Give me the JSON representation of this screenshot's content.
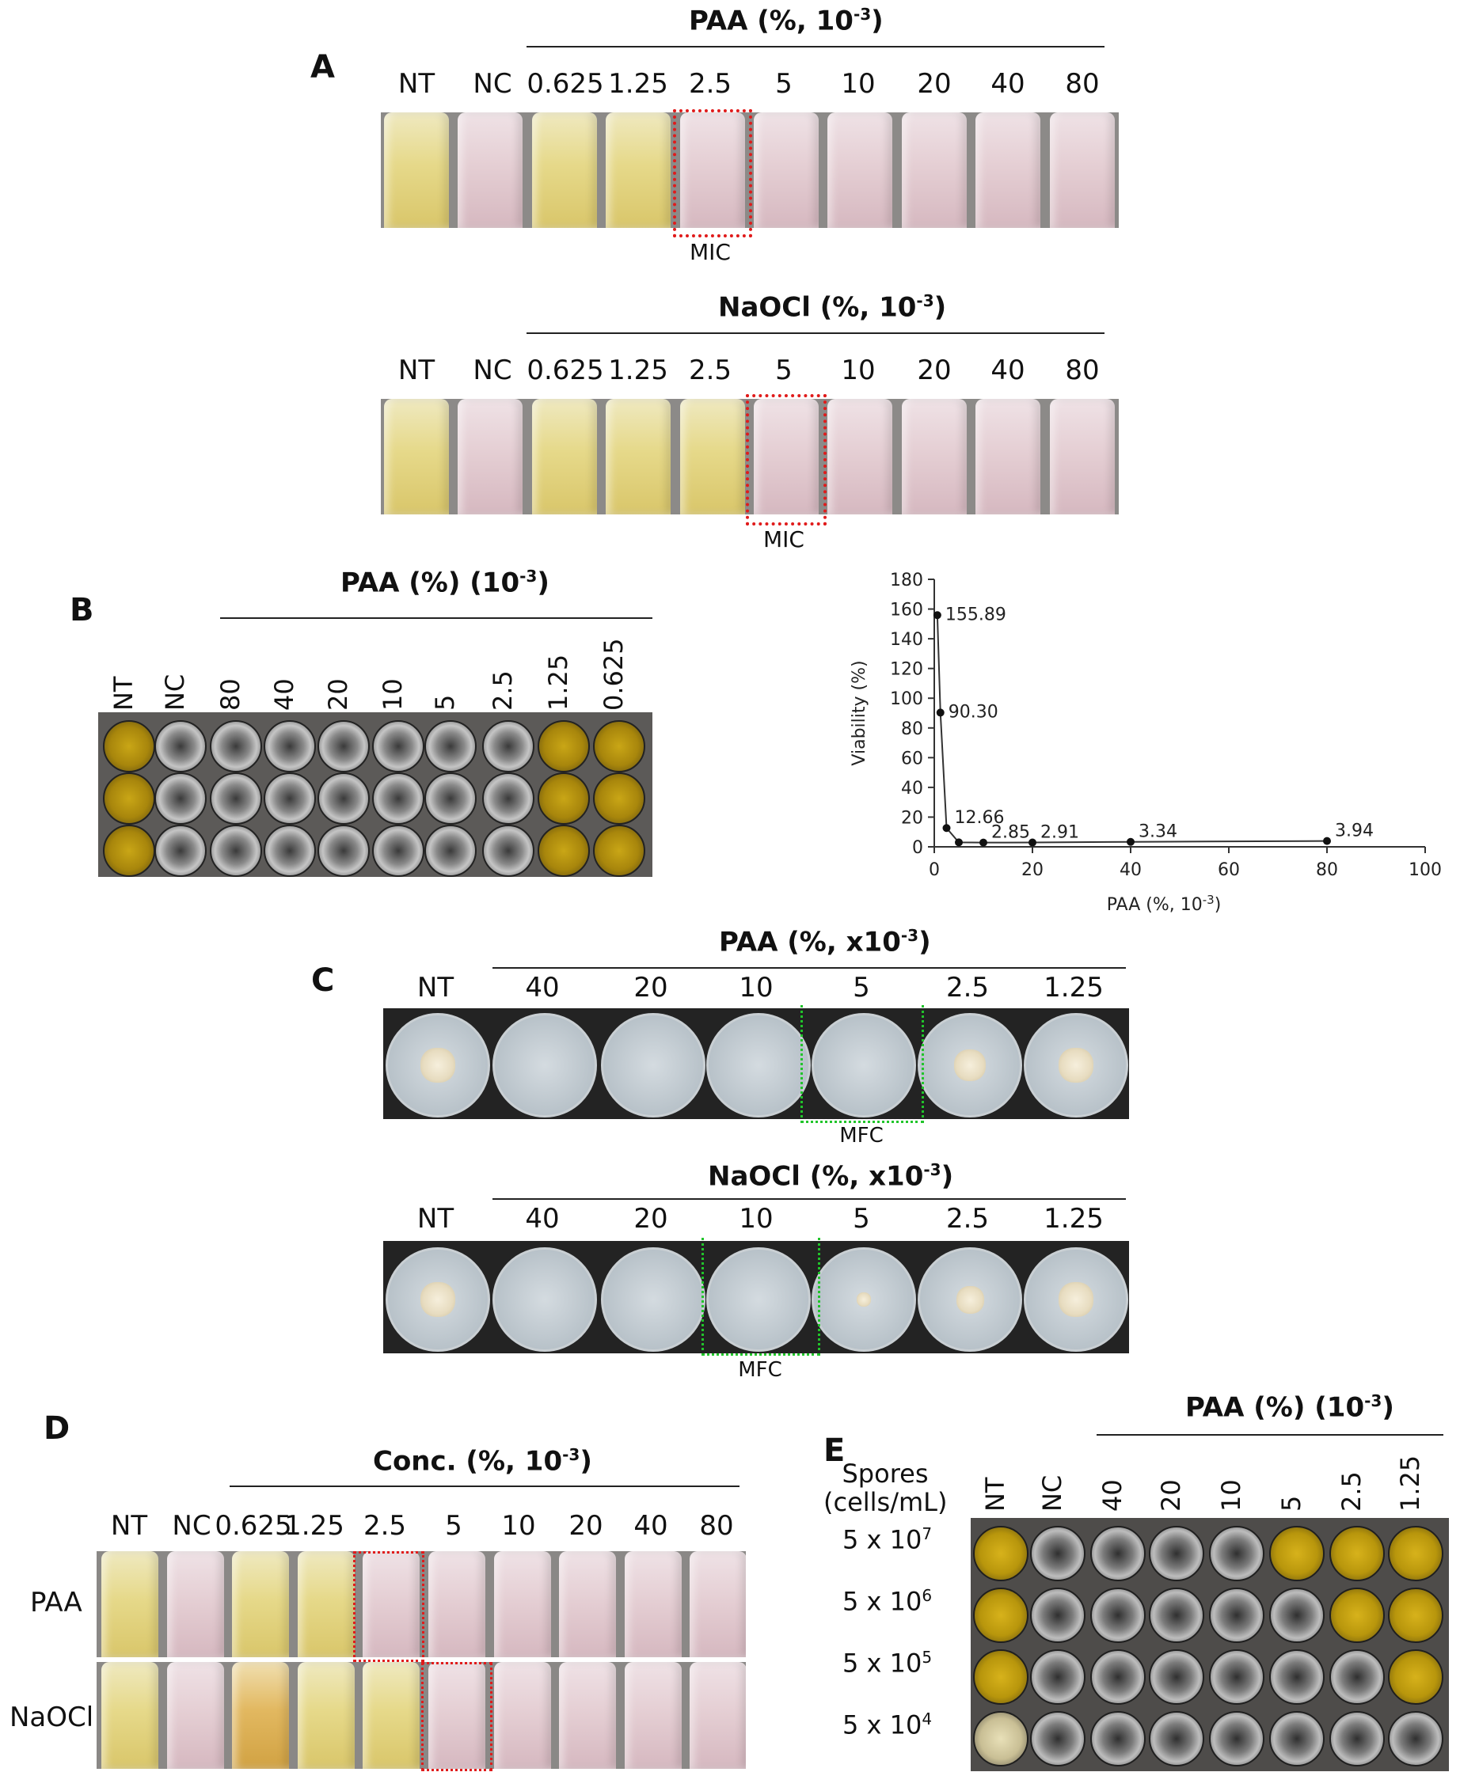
{
  "panels": {
    "A": {
      "letter": "A",
      "paa_title": "PAA (%, 10",
      "naocl_title": "NaOCl (%, 10",
      "exp": "-3",
      "close": ")",
      "labels": [
        "NT",
        "NC",
        "0.625",
        "1.25",
        "2.5",
        "5",
        "10",
        "20",
        "40",
        "80"
      ],
      "paa_tubes": [
        "yellow",
        "pink",
        "yellow",
        "yellow",
        "pink",
        "pink",
        "pink",
        "pink",
        "pink",
        "pink"
      ],
      "naocl_tubes": [
        "yellow",
        "pink",
        "yellow",
        "yellow",
        "yellow",
        "pink",
        "pink",
        "pink",
        "pink",
        "pink"
      ],
      "mic_label": "MIC"
    },
    "B": {
      "letter": "B",
      "title": "PAA (%) (10",
      "exp": "-3",
      "close": ")",
      "columns": [
        "NT",
        "NC",
        "80",
        "40",
        "20",
        "10",
        "5",
        "2.5",
        "1.25",
        "0.625"
      ],
      "well_colors": [
        "yellow",
        "clear",
        "clear",
        "clear",
        "clear",
        "clear",
        "clear",
        "clear",
        "yellow",
        "yellow"
      ]
    },
    "C": {
      "letter": "C",
      "paa_title": "PAA (%, x10",
      "naocl_title": "NaOCl (%, x10",
      "exp": "-3",
      "close": ")",
      "labels": [
        "NT",
        "40",
        "20",
        "10",
        "5",
        "2.5",
        "1.25"
      ],
      "paa_colonies": [
        1.0,
        0,
        0,
        0,
        0,
        0.9,
        1.0
      ],
      "naocl_colonies": [
        1.0,
        0,
        0,
        0,
        0.4,
        0.8,
        1.0
      ],
      "mfc_label": "MFC"
    },
    "D": {
      "letter": "D",
      "title": "Conc. (%, 10",
      "exp": "-3",
      "close": ")",
      "labels": [
        "NT",
        "NC",
        "0.625",
        "1.25",
        "2.5",
        "5",
        "10",
        "20",
        "40",
        "80"
      ],
      "rows": [
        "PAA",
        "NaOCl"
      ],
      "paa_tubes": [
        "yellow",
        "pink",
        "yellow",
        "yellow",
        "pink",
        "pink",
        "pink",
        "pink",
        "pink",
        "pink"
      ],
      "naocl_tubes": [
        "yellow",
        "pink",
        "orange",
        "yellow",
        "yellow",
        "pink",
        "pink",
        "pink",
        "pink",
        "pink"
      ]
    },
    "E": {
      "letter": "E",
      "title": "PAA (%) (10",
      "exp": "-3",
      "close": ")",
      "spores_label_1": "Spores",
      "spores_label_2": "(cells/mL)",
      "columns": [
        "NT",
        "NC",
        "40",
        "20",
        "10",
        "5",
        "2.5",
        "1.25"
      ],
      "rows": [
        {
          "base": "5 x 10",
          "exp": "7"
        },
        {
          "base": "5 x 10",
          "exp": "6"
        },
        {
          "base": "5 x 10",
          "exp": "5"
        },
        {
          "base": "5 x 10",
          "exp": "4"
        }
      ],
      "well_grid": [
        [
          "yellow",
          "clear",
          "clear",
          "clear",
          "clear",
          "yellow",
          "yellow",
          "yellow"
        ],
        [
          "yellow",
          "clear",
          "clear",
          "clear",
          "clear",
          "clear",
          "yellow",
          "yellow"
        ],
        [
          "yellow",
          "clear",
          "clear",
          "clear",
          "clear",
          "clear",
          "clear",
          "yellow"
        ],
        [
          "pale",
          "clear",
          "clear",
          "clear",
          "clear",
          "clear",
          "clear",
          "clear"
        ]
      ]
    }
  },
  "chart_data": {
    "type": "scatter",
    "xlabel": "PAA (%, 10",
    "xlabel_exp": "-3",
    "xlabel_close": ")",
    "ylabel": "Viability (%)",
    "x": [
      0.625,
      1.25,
      2.5,
      5,
      10,
      20,
      40,
      80
    ],
    "y": [
      155.89,
      90.3,
      12.66,
      3.0,
      2.85,
      2.91,
      3.34,
      3.94
    ],
    "point_labels": [
      "155.89",
      "90.30",
      "12.66",
      "",
      "2.85",
      "2.91",
      "3.34",
      "3.94"
    ],
    "xlim": [
      0,
      100
    ],
    "ylim": [
      0,
      180
    ],
    "xticks": [
      "0",
      "20",
      "40",
      "60",
      "80",
      "100"
    ],
    "yticks": [
      "0",
      "20",
      "40",
      "60",
      "80",
      "100",
      "120",
      "140",
      "160",
      "180"
    ],
    "grid": false,
    "line": true
  }
}
